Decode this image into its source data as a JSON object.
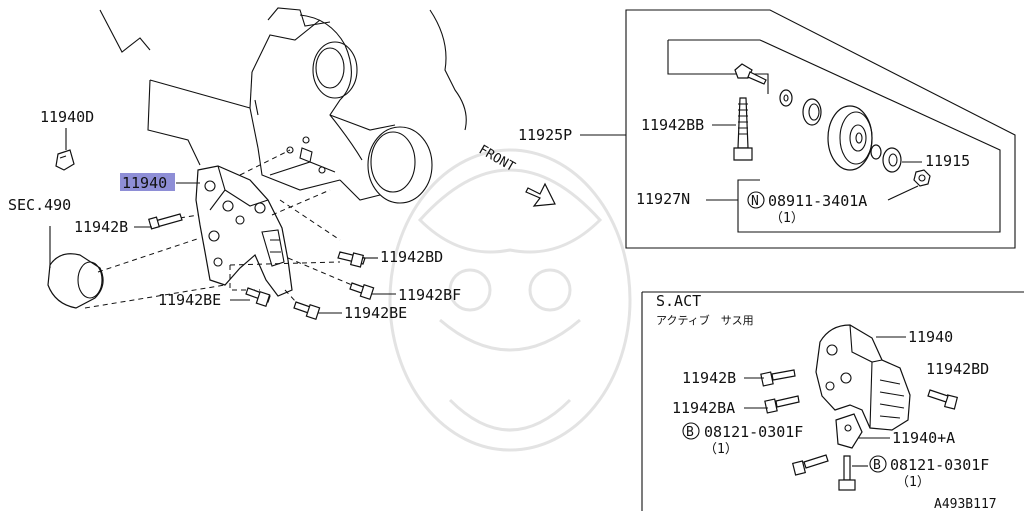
{
  "diagram": {
    "main_part_highlighted": "11940",
    "labels": {
      "p11940D": "11940D",
      "sec490": "SEC.490",
      "p11940": "11940",
      "p11942B": "11942B",
      "p11942BD": "11942BD",
      "p11942BE_1": "11942BE",
      "p11942BF": "11942BF",
      "p11942BE_2": "11942BE",
      "front": "FRONT",
      "p11925P": "11925P",
      "p11942BB": "11942BB",
      "p11927N": "11927N",
      "p11915": "11915",
      "nut_code": "08911-3401A",
      "nut_qty": "（1）",
      "nut_symbol": "N",
      "sact_title": "S.ACT",
      "sact_subtitle": "アクティブ　サス用",
      "s_11940": "11940",
      "s_11942B": "11942B",
      "s_11942BD": "11942BD",
      "s_11942BA": "11942BA",
      "s_bolt1_code": "08121-0301F",
      "s_bolt1_qty": "（1）",
      "s_11940A": "11940+A",
      "s_bolt2_code": "08121-0301F",
      "s_bolt2_qty": "（1）",
      "bolt_symbol": "B",
      "drawing_id": "A493B117"
    }
  }
}
